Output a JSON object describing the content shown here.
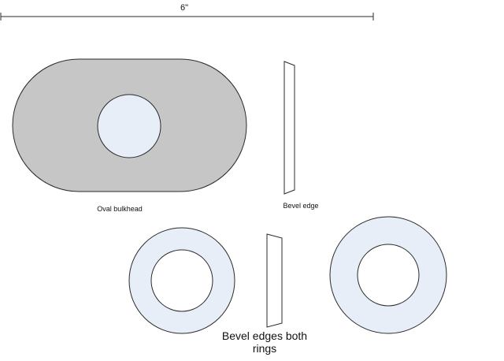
{
  "dimension": {
    "label": "6\""
  },
  "shapes": {
    "oval_bulkhead": {
      "label": "Oval bulkhead"
    },
    "bevel_edge": {
      "label": "Bevel edge"
    },
    "rings_note": {
      "line1": "Bevel edges both",
      "line2": "rings"
    }
  },
  "colors": {
    "oval_fill": "#c6c6c6",
    "hole_fill": "#e8eef8",
    "ring_fill": "#e8eef8",
    "stroke": "#2b2b2b"
  }
}
